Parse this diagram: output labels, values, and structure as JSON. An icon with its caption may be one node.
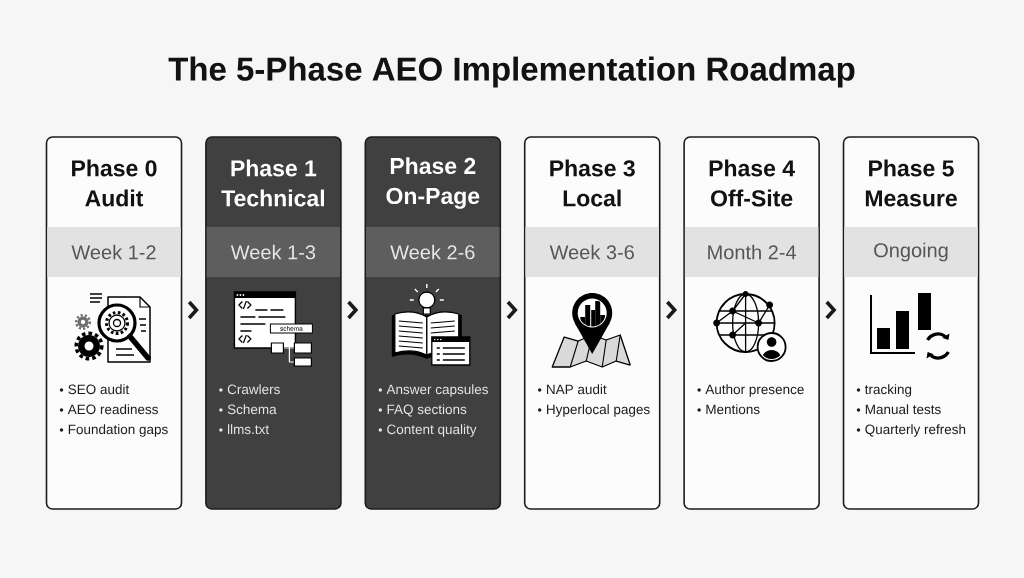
{
  "diagram": {
    "title": "The 5-Phase AEO Implementation Roadmap",
    "nodes": [
      {
        "text": [
          "Phase 0 Audit",
          "SEO audit",
          "AEO readiness",
          "Foundation gaps"
        ]
      },
      {
        "text": [
          "Week 1-2"
        ],
        "in": 0
      },
      {
        "text": [
          "Phase 1 Technical",
          "Crawlers",
          "Schema",
          "llms.txt"
        ]
      },
      {
        "text": [
          "Week 1-3"
        ],
        "in": 2
      },
      {
        "text": [
          "Phase 2 On-Page",
          "Answer capsules",
          "FAQ sections",
          "Content quality"
        ]
      },
      {
        "text": [
          "Week 2-6"
        ],
        "in": 4
      },
      {
        "text": [
          "Phase 3 Local",
          "NAP audit",
          "Hyperlocal pages"
        ]
      },
      {
        "text": [
          "Week 3-6"
        ],
        "in": 6
      },
      {
        "text": [
          "Phase 4 Off-Site",
          "Author presence",
          "Mentions"
        ]
      },
      {
        "text": [
          "Month 2-4"
        ],
        "in": 8
      },
      {
        "text": [
          "Phase 5 Measure",
          "tracking",
          "Manual tests",
          "Quarterly refresh"
        ]
      },
      {
        "text": [
          "Ongoing"
        ],
        "in": 10
      }
    ],
    "edges": [
      {
        "from": 0,
        "to": 2,
        "arrow": "to"
      },
      {
        "from": 2,
        "to": 4,
        "arrow": "to"
      },
      {
        "from": 4,
        "to": 6,
        "arrow": "to"
      },
      {
        "from": 6,
        "to": 8,
        "arrow": "to"
      },
      {
        "from": 8,
        "to": 10,
        "arrow": "to"
      }
    ],
    "labels": [
      "schema"
    ]
  }
}
